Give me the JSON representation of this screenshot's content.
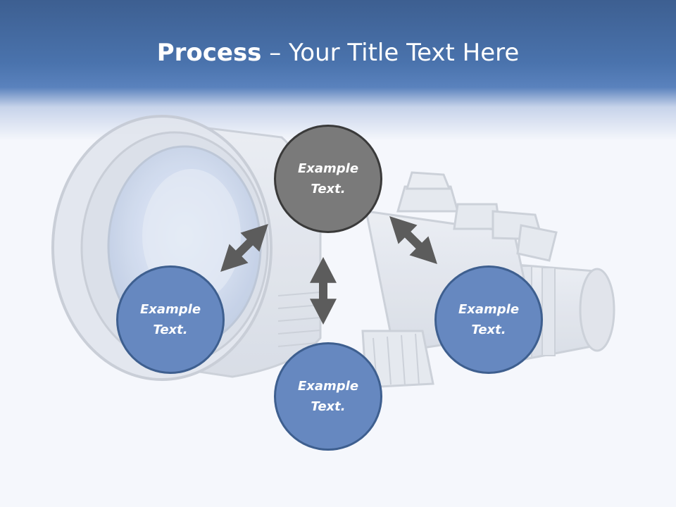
{
  "slide": {
    "title_bold": "Process",
    "title_rest": " – Your Title Text Here"
  },
  "diagram": {
    "nodes": [
      {
        "label": "Example Text.",
        "style": "dark"
      },
      {
        "label": "Example Text.",
        "style": "blue"
      },
      {
        "label": "Example Text.",
        "style": "blue"
      },
      {
        "label": "Example Text.",
        "style": "blue"
      }
    ]
  },
  "colors": {
    "header": "#4a73ad",
    "center_node": "#7a7a7a",
    "outer_nodes": "#6688c0",
    "arrows": "#5c5c5c"
  },
  "icons": [
    "binoculars-illustration",
    "double-arrow-icon"
  ]
}
